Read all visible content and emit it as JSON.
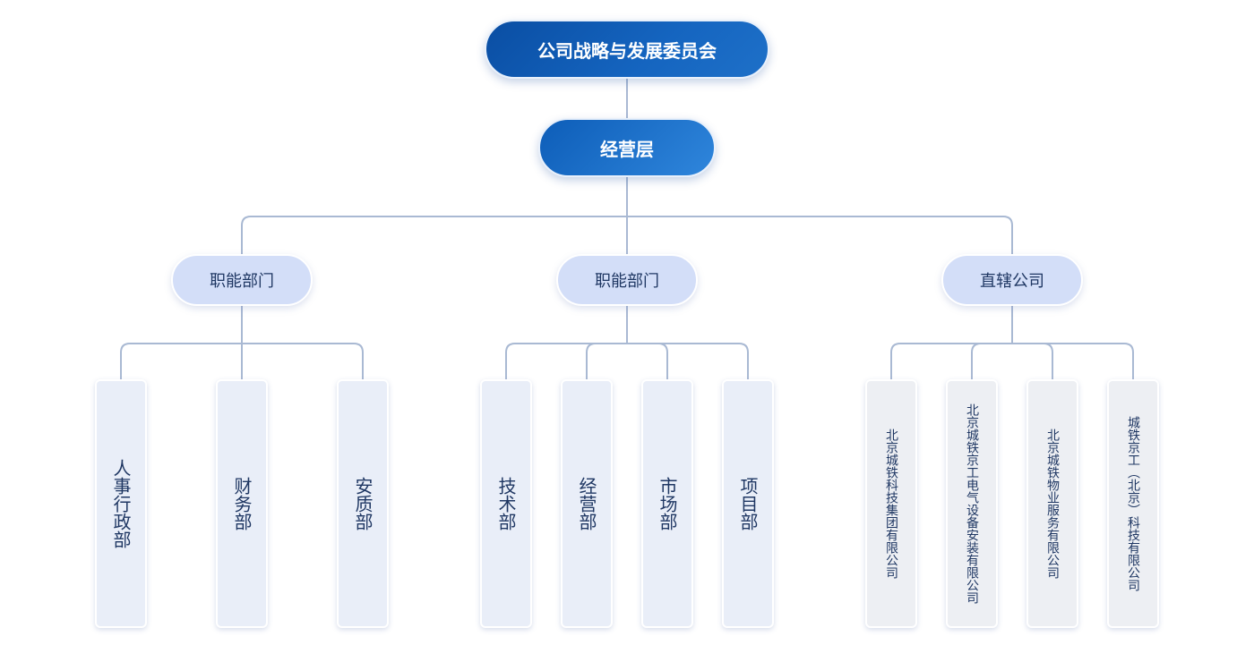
{
  "top": {
    "title": "公司战略与发展委员会"
  },
  "management": {
    "title": "经营层"
  },
  "branches": [
    {
      "title": "职能部门",
      "leaves": [
        "人事行政部",
        "财务部",
        "安质部"
      ]
    },
    {
      "title": "职能部门",
      "leaves": [
        "技术部",
        "经营部",
        "市场部",
        "项目部"
      ]
    },
    {
      "title": "直辖公司",
      "leaves": [
        "北京城铁科技集团有限公司",
        "北京城铁京工电气设备安装有限公司",
        "北京城铁物业服务有限公司",
        "城铁京工（北京）科技有限公司"
      ]
    }
  ],
  "colors": {
    "connector": "#a9b9d3",
    "top_node": "#0a4ea3",
    "mid_node": "#1f78d1",
    "category_node": "#d3def8",
    "leaf_node": "#e9eef8",
    "text_dark": "#1f3763"
  }
}
